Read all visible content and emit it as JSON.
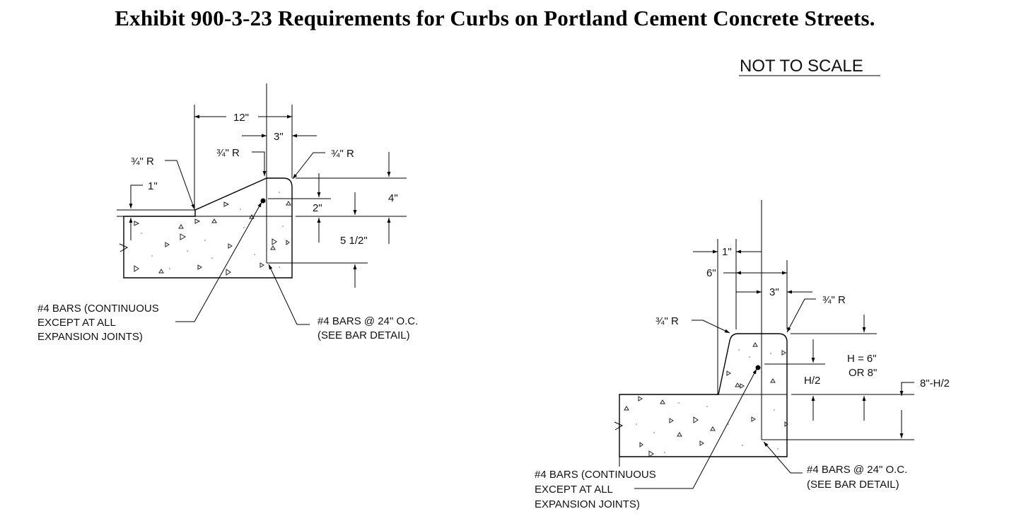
{
  "title": "Exhibit 900-3-23 Requirements for Curbs on Portland Cement Concrete Streets.",
  "scale_note": "NOT TO SCALE",
  "left_detail": {
    "dims": {
      "width_total": "12\"",
      "top_width": "3\"",
      "radius_left": "¾\" R",
      "radius_mid": "¾\" R",
      "radius_right": "¾\" R",
      "lip": "1\"",
      "bar_depth": "2\"",
      "curb_height": "4\"",
      "slab_depth": "5 1/2\""
    },
    "callouts": {
      "continuous_bars": [
        "#4 BARS (CONTINUOUS",
        "EXCEPT AT ALL",
        "EXPANSION JOINTS)"
      ],
      "spaced_bars": [
        "#4 BARS @ 24\" O.C.",
        "(SEE BAR DETAIL)"
      ]
    }
  },
  "right_detail": {
    "dims": {
      "batter": "1\"",
      "base_width": "6\"",
      "top_width": "3\"",
      "radius_left": "¾\" R",
      "radius_right": "¾\" R",
      "height": "H = 6\"",
      "height_alt": "OR 8\"",
      "bar_depth": "H/2",
      "embed": "8\"-H/2"
    },
    "callouts": {
      "continuous_bars": [
        "#4 BARS (CONTINUOUS",
        "EXCEPT AT ALL",
        "EXPANSION JOINTS)"
      ],
      "spaced_bars": [
        "#4 BARS @ 24\" O.C.",
        "(SEE BAR DETAIL)"
      ]
    }
  }
}
